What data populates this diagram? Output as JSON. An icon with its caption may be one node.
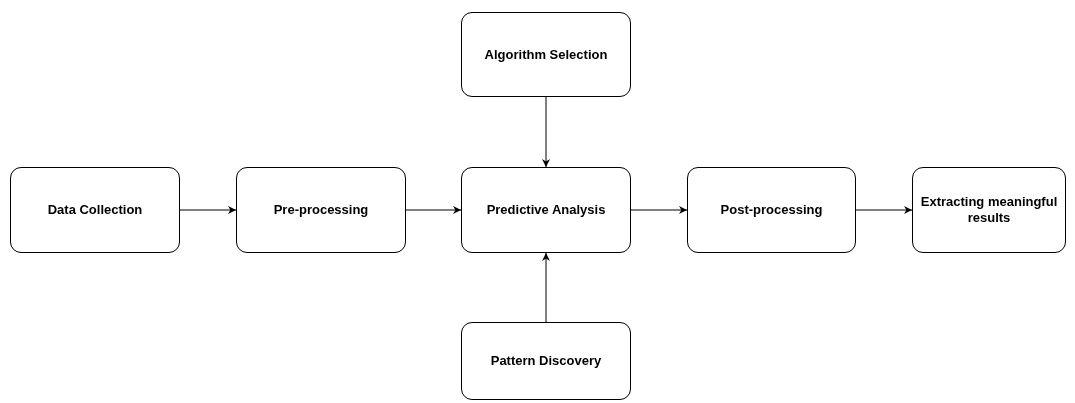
{
  "diagram": {
    "nodes": [
      {
        "text": [
          "Algorithm Selection"
        ]
      },
      {
        "text": [
          "Data Collection"
        ]
      },
      {
        "text": [
          "Pre-processing"
        ]
      },
      {
        "text": [
          "Predictive Analysis"
        ]
      },
      {
        "text": [
          "Post-processing"
        ]
      },
      {
        "text": [
          "Extracting meaningful results"
        ]
      },
      {
        "text": [
          "Pattern Discovery"
        ]
      }
    ],
    "edges": [
      {
        "from": 1,
        "to": 2,
        "arrow": "to"
      },
      {
        "from": 2,
        "to": 3,
        "arrow": "to"
      },
      {
        "from": 0,
        "to": 3,
        "arrow": "to"
      },
      {
        "from": 6,
        "to": 3,
        "arrow": "to"
      },
      {
        "from": 3,
        "to": 4,
        "arrow": "to"
      },
      {
        "from": 4,
        "to": 5,
        "arrow": "to"
      }
    ]
  }
}
